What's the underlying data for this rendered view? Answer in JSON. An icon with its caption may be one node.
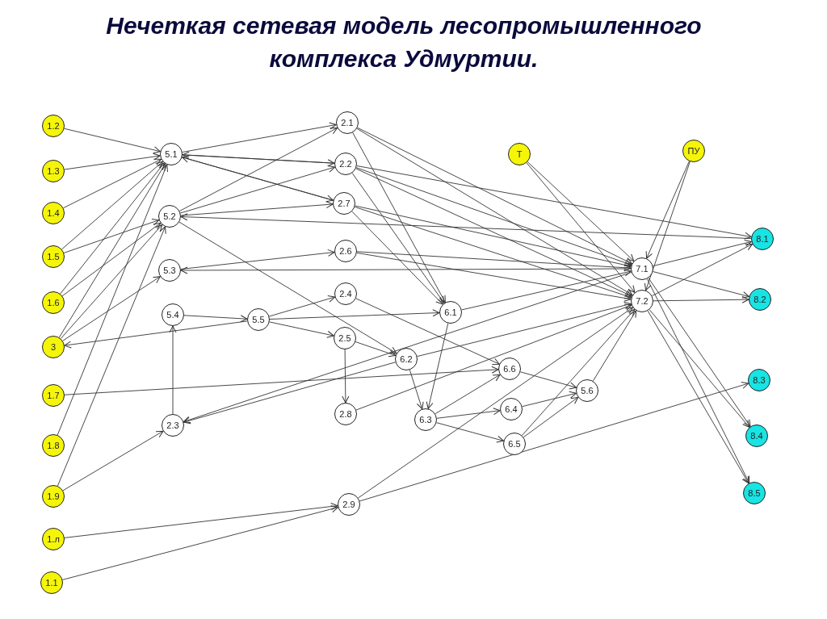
{
  "diagram": {
    "title": "Нечеткая сетевая модель лесопромышленного комплекса Удмуртии.",
    "nodes": [
      {
        "text": [
          "1.2"
        ]
      },
      {
        "text": [
          "1.3"
        ]
      },
      {
        "text": [
          "1.4"
        ]
      },
      {
        "text": [
          "1.5"
        ]
      },
      {
        "text": [
          "1.6"
        ]
      },
      {
        "text": [
          "3"
        ]
      },
      {
        "text": [
          "1.7"
        ]
      },
      {
        "text": [
          "1.8"
        ]
      },
      {
        "text": [
          "1.9"
        ]
      },
      {
        "text": [
          "1.л"
        ]
      },
      {
        "text": [
          "1.1"
        ]
      },
      {
        "text": [
          "5.1"
        ]
      },
      {
        "text": [
          "5.2"
        ]
      },
      {
        "text": [
          "5.3"
        ]
      },
      {
        "text": [
          "5.4"
        ]
      },
      {
        "text": [
          "2.3"
        ]
      },
      {
        "text": [
          "2.1"
        ]
      },
      {
        "text": [
          "2.2"
        ]
      },
      {
        "text": [
          "2.7"
        ]
      },
      {
        "text": [
          "2.6"
        ]
      },
      {
        "text": [
          "2.4"
        ]
      },
      {
        "text": [
          "5.5"
        ]
      },
      {
        "text": [
          "2.5"
        ]
      },
      {
        "text": [
          "2.8"
        ]
      },
      {
        "text": [
          "2.9"
        ]
      },
      {
        "text": [
          "6.1"
        ]
      },
      {
        "text": [
          "6.2"
        ]
      },
      {
        "text": [
          "6.3"
        ]
      },
      {
        "text": [
          "6.6"
        ]
      },
      {
        "text": [
          "6.4"
        ]
      },
      {
        "text": [
          "6.5"
        ]
      },
      {
        "text": [
          "5.6"
        ]
      },
      {
        "text": [
          "Т"
        ]
      },
      {
        "text": [
          "ПУ"
        ]
      },
      {
        "text": [
          "7.1"
        ]
      },
      {
        "text": [
          "7.2"
        ]
      },
      {
        "text": [
          "8.1"
        ]
      },
      {
        "text": [
          "8.2"
        ]
      },
      {
        "text": [
          "8.3"
        ]
      },
      {
        "text": [
          "8.4"
        ]
      },
      {
        "text": [
          "8.5"
        ]
      }
    ],
    "edges": [
      {
        "from": 0,
        "to": 11,
        "arrow": "to"
      },
      {
        "from": 1,
        "to": 11,
        "arrow": "to"
      },
      {
        "from": 2,
        "to": 11,
        "arrow": "to"
      },
      {
        "from": 3,
        "to": 11,
        "arrow": "to"
      },
      {
        "from": 3,
        "to": 12,
        "arrow": "to"
      },
      {
        "from": 4,
        "to": 11,
        "arrow": "to"
      },
      {
        "from": 4,
        "to": 12,
        "arrow": "to"
      },
      {
        "from": 5,
        "to": 11,
        "arrow": "to"
      },
      {
        "from": 5,
        "to": 12,
        "arrow": "to"
      },
      {
        "from": 5,
        "to": 13,
        "arrow": "to"
      },
      {
        "from": 7,
        "to": 11,
        "arrow": "to"
      },
      {
        "from": 8,
        "to": 12,
        "arrow": "to"
      },
      {
        "from": 8,
        "to": 15,
        "arrow": "to"
      },
      {
        "from": 6,
        "to": 28,
        "arrow": "to"
      },
      {
        "from": 9,
        "to": 24,
        "arrow": "to"
      },
      {
        "from": 10,
        "to": 24,
        "arrow": "to"
      },
      {
        "from": 21,
        "to": 5,
        "arrow": "to"
      },
      {
        "from": 14,
        "to": 21,
        "arrow": "to"
      },
      {
        "from": 15,
        "to": 14,
        "arrow": "to"
      },
      {
        "from": 21,
        "to": 20,
        "arrow": "to"
      },
      {
        "from": 21,
        "to": 22,
        "arrow": "to"
      },
      {
        "from": 21,
        "to": 25,
        "arrow": "to"
      },
      {
        "from": 22,
        "to": 26,
        "arrow": "to"
      },
      {
        "from": 22,
        "to": 23,
        "arrow": "to"
      },
      {
        "from": 12,
        "to": 26,
        "arrow": "to"
      },
      {
        "from": 23,
        "to": 35,
        "arrow": "to"
      },
      {
        "from": 26,
        "to": 27,
        "arrow": "to"
      },
      {
        "from": 25,
        "to": 27,
        "arrow": "to"
      },
      {
        "from": 27,
        "to": 28,
        "arrow": "to"
      },
      {
        "from": 27,
        "to": 29,
        "arrow": "to"
      },
      {
        "from": 27,
        "to": 30,
        "arrow": "to"
      },
      {
        "from": 28,
        "to": 31,
        "arrow": "to"
      },
      {
        "from": 29,
        "to": 31,
        "arrow": "to"
      },
      {
        "from": 30,
        "to": 31,
        "arrow": "to"
      },
      {
        "from": 31,
        "to": 35,
        "arrow": "to"
      },
      {
        "from": 30,
        "to": 35,
        "arrow": "to"
      },
      {
        "from": 24,
        "to": 35,
        "arrow": "to"
      },
      {
        "from": 24,
        "to": 38,
        "arrow": "to"
      },
      {
        "from": 20,
        "to": 28,
        "arrow": "to"
      },
      {
        "from": 26,
        "to": 15,
        "arrow": "to"
      },
      {
        "from": 34,
        "to": 15,
        "arrow": "to"
      },
      {
        "from": 11,
        "to": 16,
        "arrow": "to"
      },
      {
        "from": 12,
        "to": 16,
        "arrow": "to"
      },
      {
        "from": 11,
        "to": 17,
        "arrow": "to"
      },
      {
        "from": 12,
        "to": 17,
        "arrow": "to"
      },
      {
        "from": 11,
        "to": 18,
        "arrow": "to"
      },
      {
        "from": 12,
        "to": 18,
        "arrow": "to"
      },
      {
        "from": 17,
        "to": 11,
        "arrow": "to"
      },
      {
        "from": 18,
        "to": 11,
        "arrow": "to"
      },
      {
        "from": 36,
        "to": 12,
        "arrow": "to"
      },
      {
        "from": 34,
        "to": 13,
        "arrow": "to"
      },
      {
        "from": 13,
        "to": 19,
        "arrow": "to"
      },
      {
        "from": 16,
        "to": 25,
        "arrow": "to"
      },
      {
        "from": 17,
        "to": 25,
        "arrow": "to"
      },
      {
        "from": 18,
        "to": 25,
        "arrow": "to"
      },
      {
        "from": 16,
        "to": 34,
        "arrow": "to"
      },
      {
        "from": 16,
        "to": 35,
        "arrow": "to"
      },
      {
        "from": 17,
        "to": 34,
        "arrow": "to"
      },
      {
        "from": 17,
        "to": 35,
        "arrow": "to"
      },
      {
        "from": 18,
        "to": 34,
        "arrow": "to"
      },
      {
        "from": 18,
        "to": 35,
        "arrow": "to"
      },
      {
        "from": 19,
        "to": 34,
        "arrow": "to"
      },
      {
        "from": 19,
        "to": 35,
        "arrow": "to"
      },
      {
        "from": 17,
        "to": 36,
        "arrow": "to"
      },
      {
        "from": 25,
        "to": 34,
        "arrow": "to"
      },
      {
        "from": 26,
        "to": 35,
        "arrow": "to"
      },
      {
        "from": 32,
        "to": 34,
        "arrow": "to"
      },
      {
        "from": 32,
        "to": 35,
        "arrow": "to"
      },
      {
        "from": 33,
        "to": 34,
        "arrow": "to"
      },
      {
        "from": 33,
        "to": 35,
        "arrow": "to"
      },
      {
        "from": 34,
        "to": 36,
        "arrow": "to"
      },
      {
        "from": 35,
        "to": 36,
        "arrow": "to"
      },
      {
        "from": 34,
        "to": 37,
        "arrow": "to"
      },
      {
        "from": 35,
        "to": 37,
        "arrow": "to"
      },
      {
        "from": 34,
        "to": 39,
        "arrow": "to"
      },
      {
        "from": 35,
        "to": 39,
        "arrow": "to"
      },
      {
        "from": 34,
        "to": 40,
        "arrow": "to"
      },
      {
        "from": 35,
        "to": 40,
        "arrow": "to"
      }
    ]
  }
}
